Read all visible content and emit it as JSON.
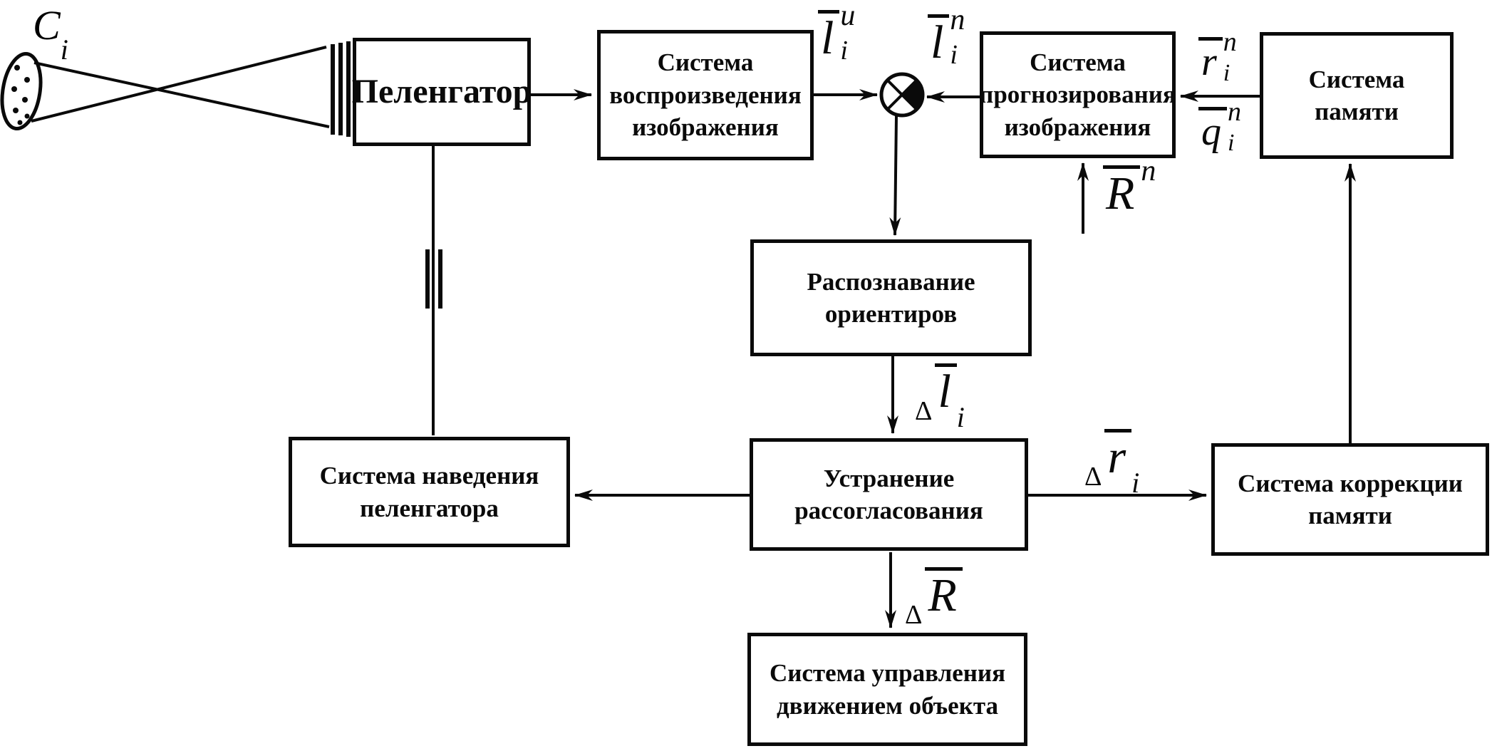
{
  "diagram": {
    "title": "Structural diagram of an image-based navigation system",
    "colors": {
      "background": "#ffffff",
      "ink": "#0a0a0a"
    },
    "scene": {
      "object_label": {
        "base": "C",
        "sub": "i"
      }
    },
    "boxes": {
      "pelengator": {
        "label": "Пеленгатор"
      },
      "reproduction": {
        "label": "Система\nвоспроизведения\nизображения"
      },
      "prediction": {
        "label": "Система\nпрогнозирования\nизображения"
      },
      "memory": {
        "label": "Система\nпамяти"
      },
      "recognition": {
        "label": "Распознавание\nориентиров"
      },
      "guidance": {
        "label": "Система наведения\nпеленгатора"
      },
      "mismatch": {
        "label": "Устранение\nрассогласования"
      },
      "memory_correction": {
        "label": "Система коррекции\nпамяти"
      },
      "motion_control": {
        "label": "Система управления\nдвижением объекта"
      }
    },
    "signals": {
      "l_u": {
        "base": "l",
        "sub": "i",
        "sup": "u"
      },
      "l_n": {
        "base": "l",
        "sub": "i",
        "sup": "n"
      },
      "r_n": {
        "base": "r",
        "sub": "i",
        "sup": "n"
      },
      "q_n": {
        "base": "q",
        "sub": "i",
        "sup": "n"
      },
      "R_n": {
        "base": "R",
        "sup": "n"
      },
      "delta_l": {
        "delta": "Δ",
        "base": "l",
        "sub": "i"
      },
      "delta_r": {
        "delta": "Δ",
        "base": "r",
        "sub": "i"
      },
      "delta_R": {
        "delta": "Δ",
        "base": "R"
      }
    }
  }
}
